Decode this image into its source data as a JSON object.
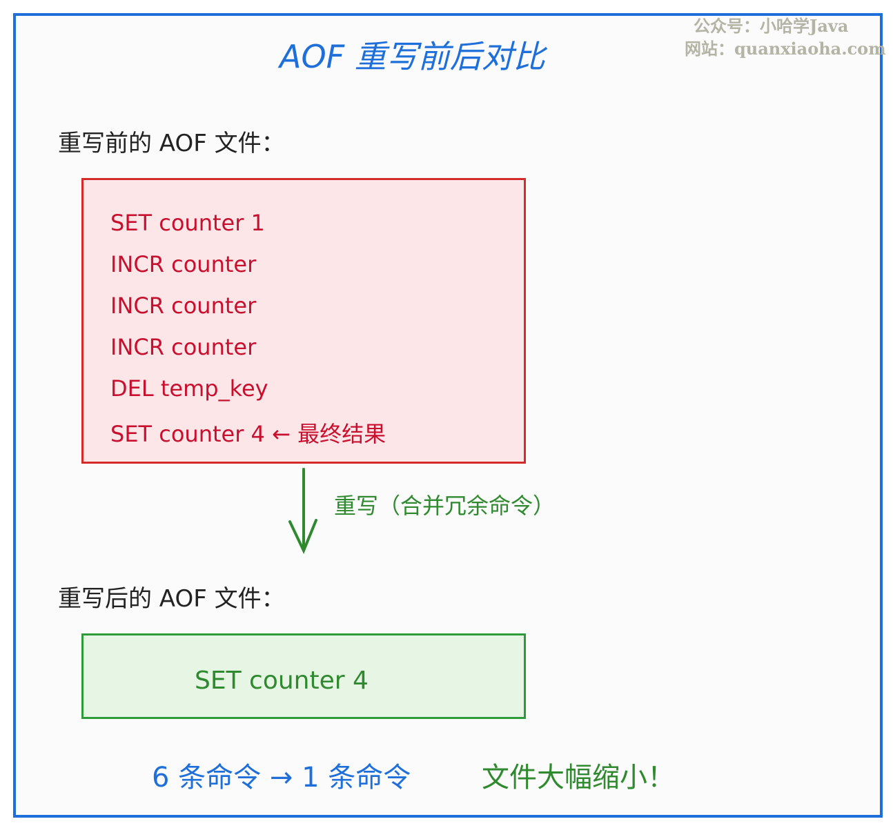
{
  "title": "AOF 重写前后对比",
  "watermark": {
    "line1": "公众号：小哈学Java",
    "line2": "网站：quanxiaoha.com"
  },
  "before_label": "重写前的 AOF 文件：",
  "before_commands": [
    "SET counter 1",
    "INCR counter",
    "INCR counter",
    "INCR counter",
    "DEL temp_key",
    "SET counter 4 ← 最终结果"
  ],
  "arrow_label": "重写（合并冗余命令）",
  "after_label": "重写后的 AOF 文件：",
  "after_command": "SET counter 4",
  "summary": {
    "count_text": "6 条命令 → 1 条命令",
    "result_text": "文件大幅缩小！"
  },
  "colors": {
    "border": "#1e6fd9",
    "red": "#d42a2a",
    "green": "#2f9a3a"
  }
}
